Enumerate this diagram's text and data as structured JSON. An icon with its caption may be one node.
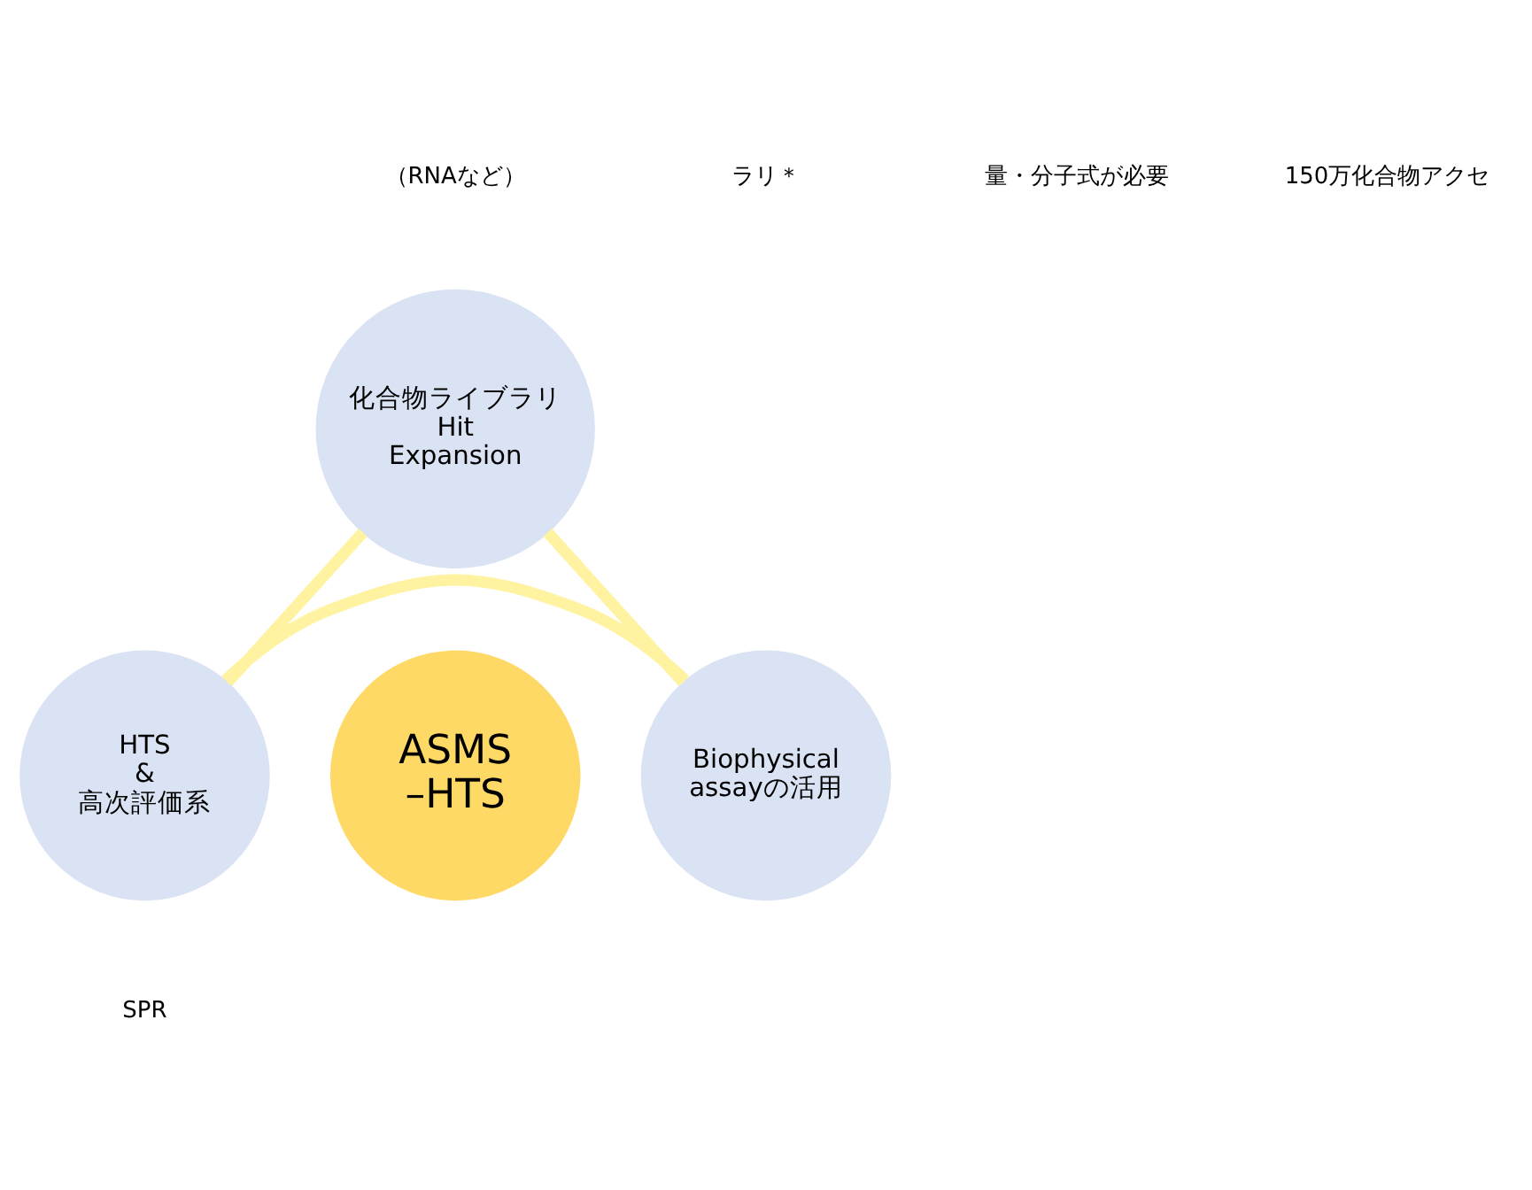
{
  "diagram": {
    "nodes": [
      {
        "text": [
          "化合物ライブラリ",
          "Hit Expansion"
        ]
      },
      {
        "text": [
          "ASMS –HTS"
        ]
      },
      {
        "text": [
          "HTS & 高次評価系"
        ]
      },
      {
        "text": [
          "Biophysical assayの活用"
        ]
      }
    ],
    "edges": [
      {
        "from": 0,
        "to": 2,
        "arrow": "none"
      },
      {
        "from": 0,
        "to": 3,
        "arrow": "none"
      },
      {
        "from": 2,
        "to": 3,
        "arrow": "none"
      }
    ],
    "labels": [
      "（RNAなど）",
      "ラリ＊",
      "量・分子式が必要",
      "150万化合物アクセ",
      "SPR"
    ]
  }
}
